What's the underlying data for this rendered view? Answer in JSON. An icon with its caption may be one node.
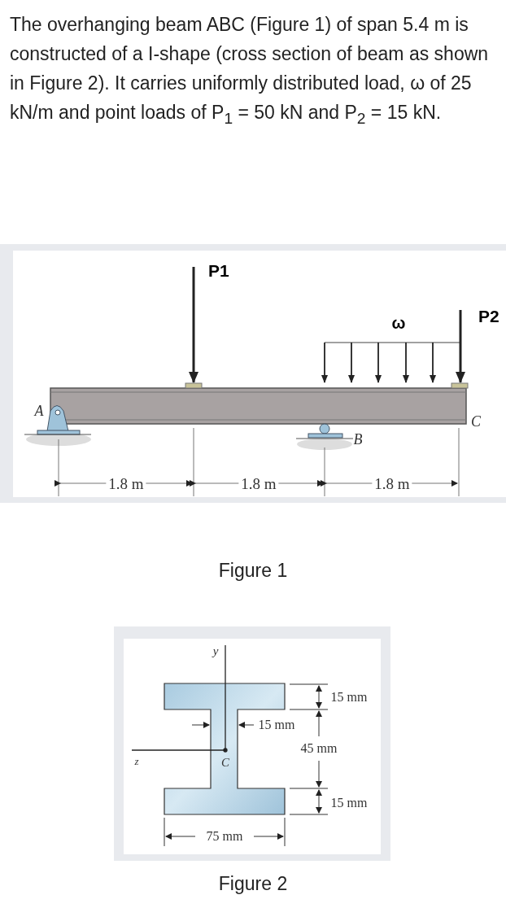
{
  "diagram": {
    "labels": [
      "The overhanging beam ABC (Figure 1) of span 5.4 m is constructed of a I-shape (cross section of beam as shown in Figure 2). It carries uniformly distributed load, ω of 25 kN/m and point loads of P$_{1}$ = 50 kN and P$_{2}$ = 15 kN.",
      "P1",
      "ω",
      "P2",
      "A",
      "B",
      "C",
      "1.8 m",
      "1.8 m",
      "1.8 m",
      "Figure 1",
      "y",
      "15 mm",
      "15 mm",
      "45 mm",
      "z",
      "C",
      "15 mm",
      "75 mm",
      "Figure 2"
    ]
  }
}
